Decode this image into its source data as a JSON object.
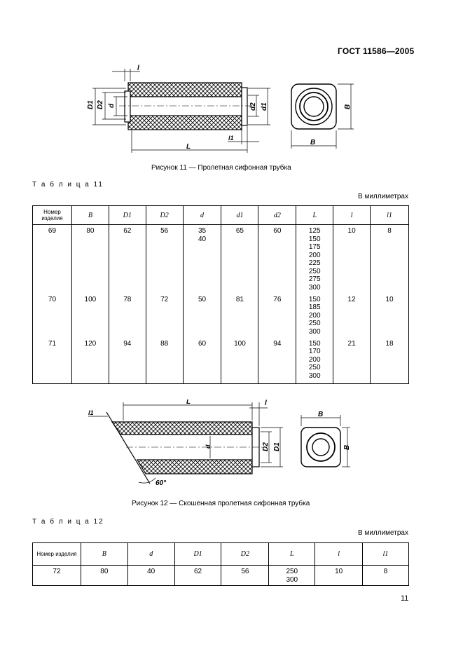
{
  "header": {
    "standard": "ГОСТ 11586—2005"
  },
  "figure11": {
    "caption": "Рисунок 11 — Пролетная сифонная трубка",
    "labels": {
      "l_top": "l",
      "D1": "D1",
      "D2": "D2",
      "d": "d",
      "d2": "d2",
      "d1": "d1",
      "l1": "l1",
      "L": "L",
      "B_side": "B",
      "B_bottom": "B"
    }
  },
  "table11": {
    "label": "Т а б л и ц а 11",
    "units": "В миллиметрах",
    "headers": [
      "Номер изделия",
      "B",
      "D1",
      "D2",
      "d",
      "d1",
      "d2",
      "L",
      "l",
      "l1"
    ],
    "rows": [
      [
        "69",
        "80",
        "62",
        "56",
        "35\n40",
        "65",
        "60",
        "125\n150\n175\n200\n225\n250\n275\n300",
        "10",
        "8"
      ],
      [
        "70",
        "100",
        "78",
        "72",
        "50",
        "81",
        "76",
        "150\n185\n200\n250\n300",
        "12",
        "10"
      ],
      [
        "71",
        "120",
        "94",
        "88",
        "60",
        "100",
        "94",
        "150\n170\n200\n250\n300",
        "21",
        "18"
      ]
    ]
  },
  "figure12": {
    "caption": "Рисунок 12 — Скошенная пролетная сифонная трубка",
    "labels": {
      "L": "L",
      "l": "l",
      "l1": "l1",
      "d": "d",
      "D2": "D2",
      "D1": "D1",
      "B_top": "B",
      "B_side": "B",
      "angle": "60°"
    }
  },
  "table12": {
    "label": "Т а б л и ц а 12",
    "units": "В миллиметрах",
    "headers": [
      "Номер изделия",
      "B",
      "d",
      "D1",
      "D2",
      "L",
      "l",
      "l1"
    ],
    "rows": [
      [
        "72",
        "80",
        "40",
        "62",
        "56",
        "250\n300",
        "10",
        "8"
      ]
    ]
  },
  "page_number": "11"
}
